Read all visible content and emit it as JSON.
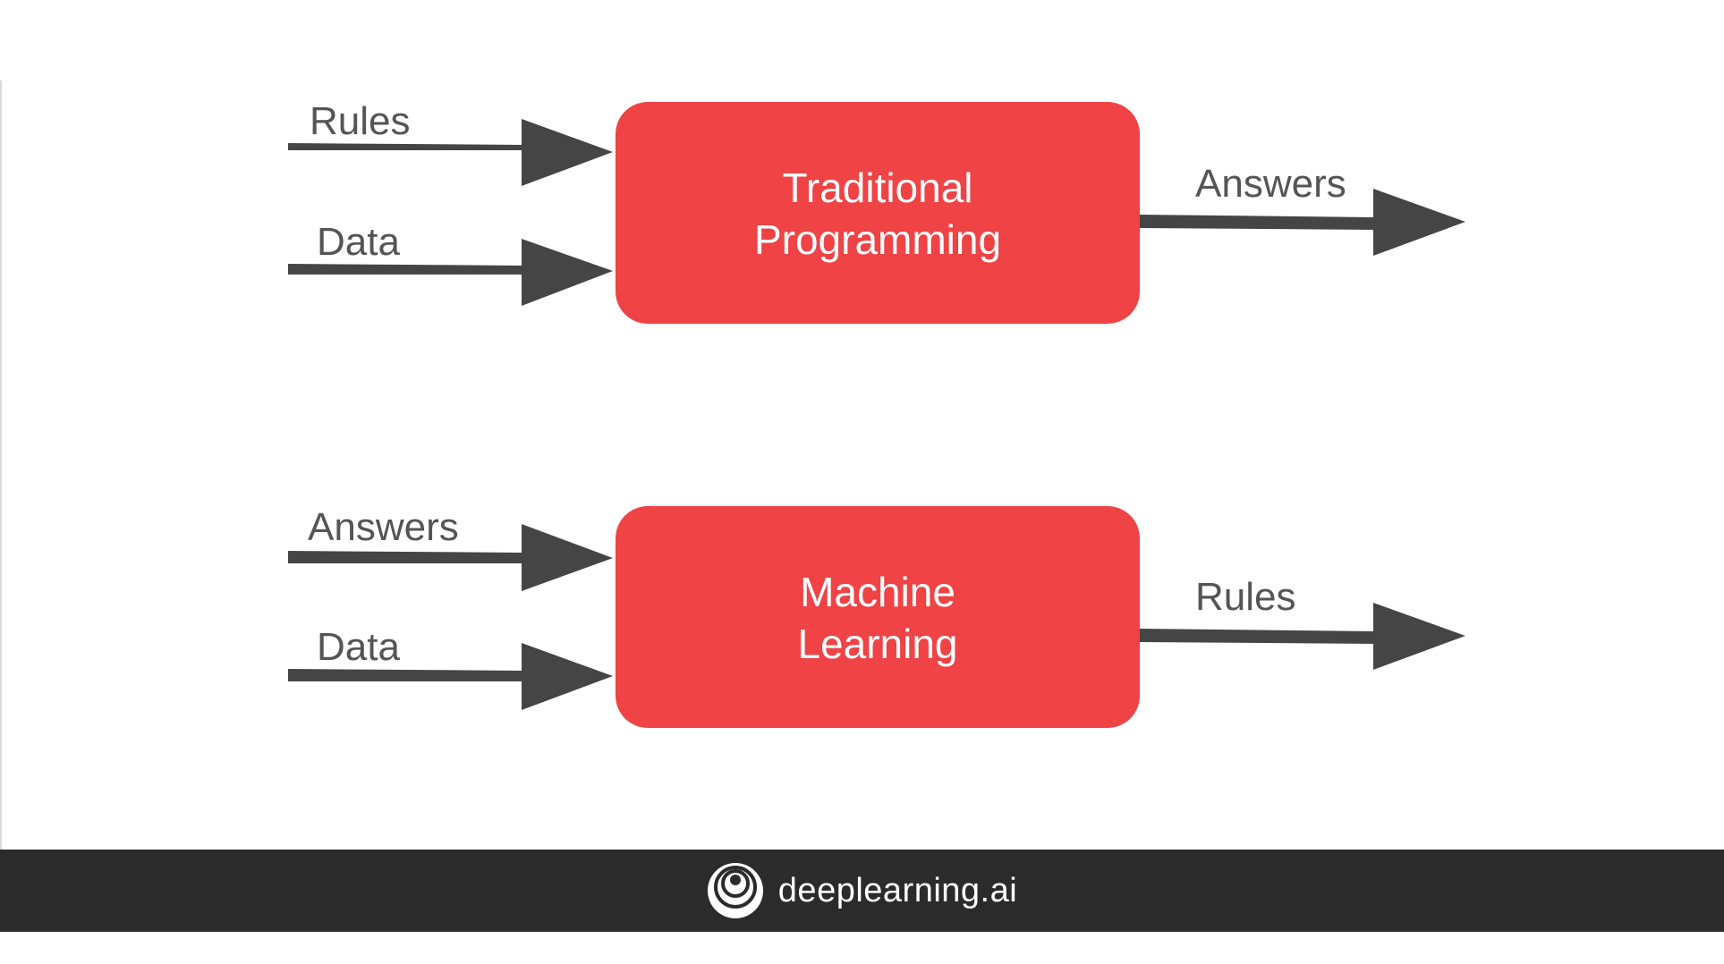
{
  "diagram": {
    "box_color": "#ef4346",
    "arrow_color": "#454545",
    "label_color": "#555555",
    "traditional": {
      "box_line1": "Traditional",
      "box_line2": "Programming",
      "input_top_label": "Rules",
      "input_bottom_label": "Data",
      "output_label": "Answers"
    },
    "machine_learning": {
      "box_line1": "Machine",
      "box_line2": "Learning",
      "input_top_label": "Answers",
      "input_bottom_label": "Data",
      "output_label": "Rules"
    }
  },
  "footer": {
    "brand_name": "deeplearning.ai",
    "background": "#2b2b2b",
    "logo_icon": "deeplearning-spiral-logo"
  }
}
